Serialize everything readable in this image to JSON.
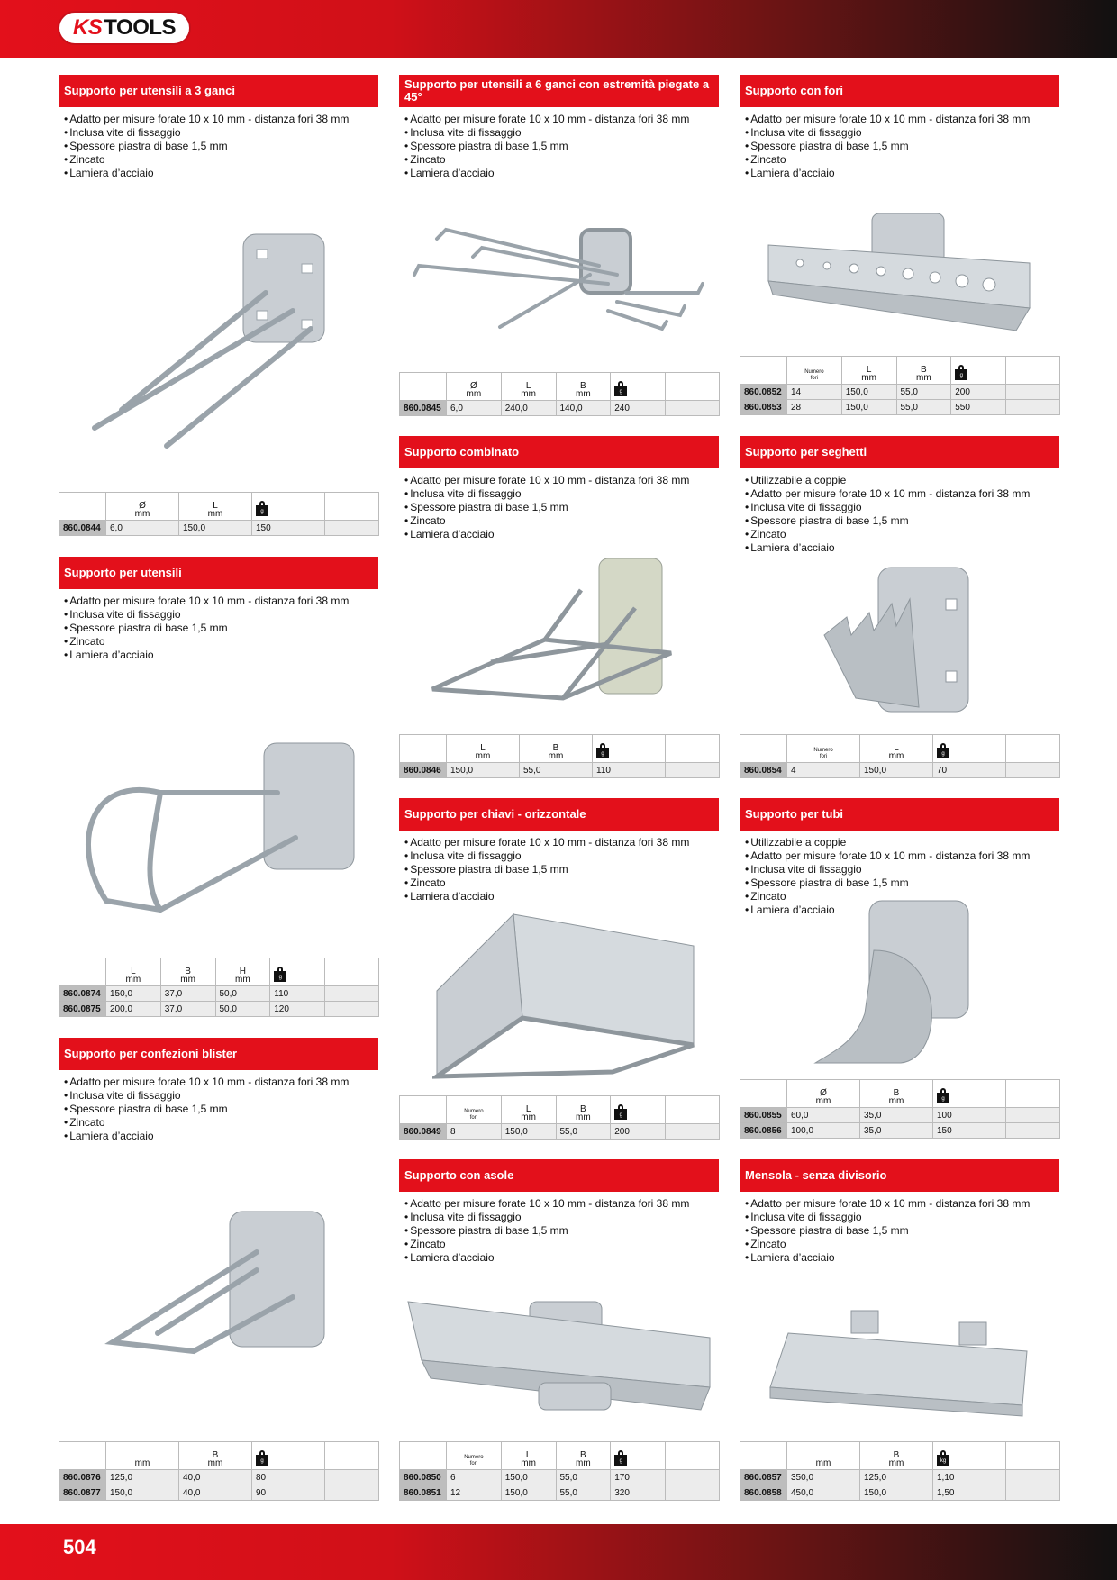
{
  "header": {
    "logo_ks": "KS",
    "logo_tools": "TOOLS"
  },
  "footer": {
    "page_number": "504"
  },
  "sections": [
    {
      "title": "Supporto per utensili a 3 ganci",
      "features": [
        "Adatto per misure forate 10 x 10 mm - distanza fori 38 mm",
        "Inclusa vite di fissaggio",
        "Spessore piastra di base 1,5 mm",
        "Zincato",
        "Lamiera d’acciaio"
      ],
      "columns": [
        [
          "Ø",
          "mm"
        ],
        [
          "L",
          "mm"
        ]
      ],
      "rows": [
        [
          "860.0844",
          "6,0",
          "150,0",
          "150"
        ]
      ]
    },
    {
      "title": "Supporto per utensili a 6 ganci con estremità piegate a 45°",
      "features": [
        "Adatto per misure forate 10 x 10 mm - distanza fori 38 mm",
        "Inclusa vite di fissaggio",
        "Spessore piastra di base 1,5 mm",
        "Zincato",
        "Lamiera d’acciaio"
      ],
      "columns": [
        [
          "Ø",
          "mm"
        ],
        [
          "L",
          "mm"
        ],
        [
          "B",
          "mm"
        ]
      ],
      "rows": [
        [
          "860.0845",
          "6,0",
          "240,0",
          "140,0",
          "240"
        ]
      ]
    },
    {
      "title": "Supporto con fori",
      "features": [
        "Adatto per misure forate 10 x 10 mm - distanza fori 38 mm",
        "Inclusa vite di fissaggio",
        "Spessore piastra di base 1,5 mm",
        "Zincato",
        "Lamiera d’acciaio"
      ],
      "columns": [
        [
          "Numero",
          "fori"
        ],
        [
          "L",
          "mm"
        ],
        [
          "B",
          "mm"
        ]
      ],
      "rows": [
        [
          "860.0852",
          "14",
          "150,0",
          "55,0",
          "200"
        ],
        [
          "860.0853",
          "28",
          "150,0",
          "55,0",
          "550"
        ]
      ]
    },
    {
      "title": "Supporto per utensili",
      "features": [
        "Adatto per misure forate 10 x 10 mm - distanza fori 38 mm",
        "Inclusa vite di fissaggio",
        "Spessore piastra di base 1,5 mm",
        "Zincato",
        "Lamiera d’acciaio"
      ],
      "columns": [
        [
          "L",
          "mm"
        ],
        [
          "B",
          "mm"
        ],
        [
          "H",
          "mm"
        ]
      ],
      "rows": [
        [
          "860.0874",
          "150,0",
          "37,0",
          "50,0",
          "110"
        ],
        [
          "860.0875",
          "200,0",
          "37,0",
          "50,0",
          "120"
        ]
      ]
    },
    {
      "title": "Supporto combinato",
      "features": [
        "Adatto per misure forate 10 x 10 mm - distanza fori 38 mm",
        "Inclusa vite di fissaggio",
        "Spessore piastra di base 1,5 mm",
        "Zincato",
        "Lamiera d’acciaio"
      ],
      "columns": [
        [
          "L",
          "mm"
        ],
        [
          "B",
          "mm"
        ]
      ],
      "rows": [
        [
          "860.0846",
          "150,0",
          "55,0",
          "110"
        ]
      ]
    },
    {
      "title": "Supporto per seghetti",
      "features": [
        "Utilizzabile a coppie",
        "Adatto per misure forate 10 x 10 mm - distanza fori 38 mm",
        "Inclusa vite di fissaggio",
        "Spessore piastra di base 1,5 mm",
        "Zincato",
        "Lamiera d’acciaio"
      ],
      "columns": [
        [
          "Numero",
          "fori"
        ],
        [
          "L",
          "mm"
        ]
      ],
      "rows": [
        [
          "860.0854",
          "4",
          "150,0",
          "70"
        ]
      ]
    },
    {
      "title": "Supporto per chiavi - orizzontale",
      "features": [
        "Adatto per misure forate 10 x 10 mm - distanza fori 38 mm",
        "Inclusa vite di fissaggio",
        "Spessore piastra di base 1,5 mm",
        "Zincato",
        "Lamiera d’acciaio"
      ],
      "columns": [
        [
          "Numero",
          "fori"
        ],
        [
          "L",
          "mm"
        ],
        [
          "B",
          "mm"
        ]
      ],
      "rows": [
        [
          "860.0849",
          "8",
          "150,0",
          "55,0",
          "200"
        ]
      ]
    },
    {
      "title": "Supporto per tubi",
      "features": [
        "Utilizzabile a coppie",
        "Adatto per misure forate 10 x 10 mm - distanza fori 38 mm",
        "Inclusa vite di fissaggio",
        "Spessore piastra di base 1,5 mm",
        "Zincato",
        "Lamiera d’acciaio"
      ],
      "columns": [
        [
          "Ø",
          "mm"
        ],
        [
          "B",
          "mm"
        ]
      ],
      "rows": [
        [
          "860.0855",
          "60,0",
          "35,0",
          "100"
        ],
        [
          "860.0856",
          "100,0",
          "35,0",
          "150"
        ]
      ]
    },
    {
      "title": "Supporto per confezioni blister",
      "features": [
        "Adatto per misure forate 10 x 10 mm - distanza fori 38 mm",
        "Inclusa vite di fissaggio",
        "Spessore piastra di base 1,5 mm",
        "Zincato",
        "Lamiera d’acciaio"
      ],
      "columns": [
        [
          "L",
          "mm"
        ],
        [
          "B",
          "mm"
        ]
      ],
      "rows": [
        [
          "860.0876",
          "125,0",
          "40,0",
          "80"
        ],
        [
          "860.0877",
          "150,0",
          "40,0",
          "90"
        ]
      ]
    },
    {
      "title": "Supporto con asole",
      "features": [
        "Adatto per misure forate 10 x 10 mm - distanza fori 38 mm",
        "Inclusa vite di fissaggio",
        "Spessore piastra di base 1,5 mm",
        "Zincato",
        "Lamiera d’acciaio"
      ],
      "columns": [
        [
          "Numero",
          "fori"
        ],
        [
          "L",
          "mm"
        ],
        [
          "B",
          "mm"
        ]
      ],
      "rows": [
        [
          "860.0850",
          "6",
          "150,0",
          "55,0",
          "170"
        ],
        [
          "860.0851",
          "12",
          "150,0",
          "55,0",
          "320"
        ]
      ]
    },
    {
      "title": "Mensola - senza divisorio",
      "features": [
        "Adatto per misure forate 10 x 10 mm - distanza fori 38 mm",
        "Inclusa vite di fissaggio",
        "Spessore piastra di base 1,5 mm",
        "Zincato",
        "Lamiera d’acciaio"
      ],
      "columns": [
        [
          "L",
          "mm"
        ],
        [
          "B",
          "mm"
        ]
      ],
      "weight_unit": "kg",
      "rows": [
        [
          "860.0857",
          "350,0",
          "125,0",
          "1,10"
        ],
        [
          "860.0858",
          "450,0",
          "150,0",
          "1,50"
        ]
      ]
    }
  ]
}
